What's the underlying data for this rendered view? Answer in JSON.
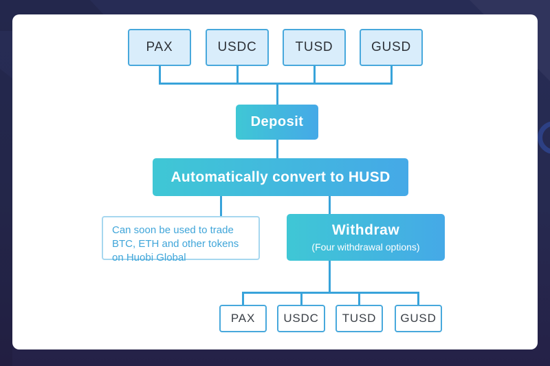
{
  "diagram": {
    "top_row": [
      "PAX",
      "USDC",
      "TUSD",
      "GUSD"
    ],
    "deposit_label": "Deposit",
    "convert_label": "Automatically convert to HUSD",
    "note_lines": [
      "Can soon be used to trade",
      "BTC, ETH and other tokens",
      "on Huobi Global"
    ],
    "withdraw_title": "Withdraw",
    "withdraw_subtitle": "(Four withdrawal options)",
    "bottom_row": [
      "PAX",
      "USDC",
      "TUSD",
      "GUSD"
    ],
    "colors": {
      "background": "#272b54",
      "card": "#ffffff",
      "connector": "#38a3da",
      "token_fill": "#d9edfb",
      "token_border": "#47a8dc",
      "gradient_start": "#3fc7d5",
      "gradient_end": "#45a9e7",
      "note_text": "#3fa5d9",
      "note_border": "#a6d7ef",
      "ring_decoration": "#2d4084"
    }
  }
}
